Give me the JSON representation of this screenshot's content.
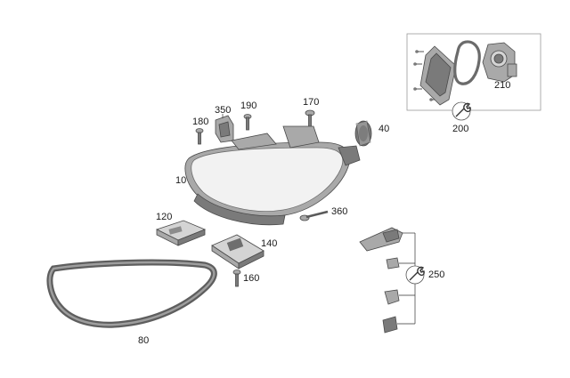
{
  "diagram": {
    "callouts": [
      {
        "id": "c350",
        "text": "350"
      },
      {
        "id": "c190",
        "text": "190"
      },
      {
        "id": "c170",
        "text": "170"
      },
      {
        "id": "c180",
        "text": "180"
      },
      {
        "id": "c40",
        "text": "40"
      },
      {
        "id": "c10",
        "text": "10"
      },
      {
        "id": "c120",
        "text": "120"
      },
      {
        "id": "c360",
        "text": "360"
      },
      {
        "id": "c140",
        "text": "140"
      },
      {
        "id": "c160",
        "text": "160"
      },
      {
        "id": "c250",
        "text": "250"
      },
      {
        "id": "c80",
        "text": "80"
      },
      {
        "id": "c210",
        "text": "210"
      },
      {
        "id": "c200",
        "text": "200"
      }
    ]
  }
}
